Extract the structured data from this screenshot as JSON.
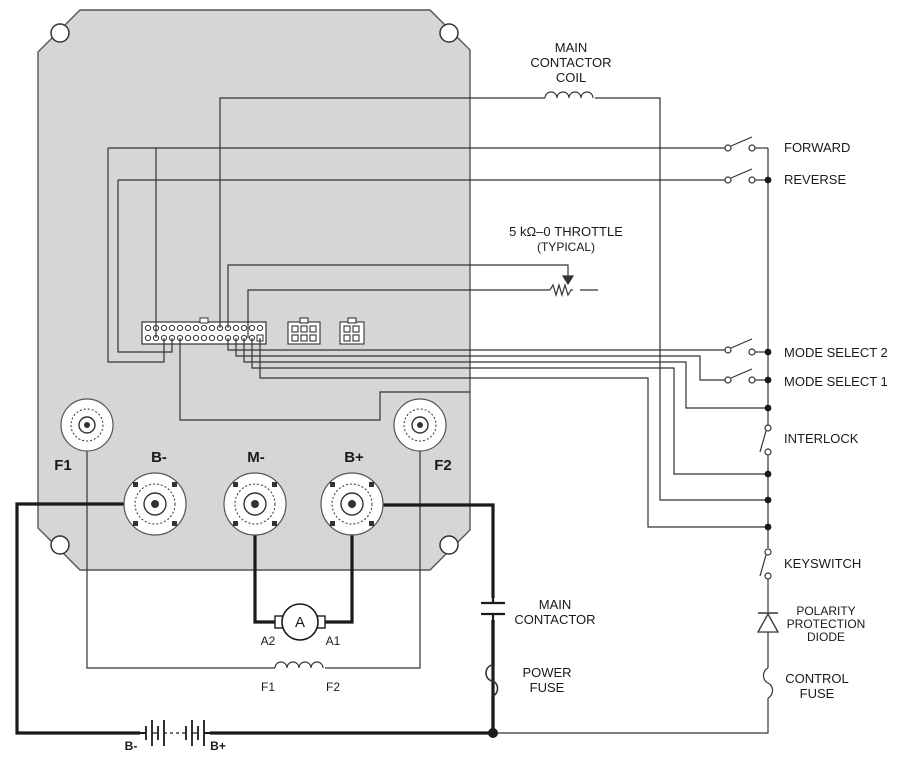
{
  "labels": {
    "main_contactor_coil": [
      "MAIN",
      "CONTACTOR",
      "COIL"
    ],
    "throttle": "5 kΩ–0 THROTTLE",
    "throttle_note": "(TYPICAL)",
    "forward": "FORWARD",
    "reverse": "REVERSE",
    "mode_select_2": "MODE SELECT 2",
    "mode_select_1": "MODE SELECT 1",
    "interlock": "INTERLOCK",
    "keyswitch": "KEYSWITCH",
    "polarity_diode": [
      "POLARITY",
      "PROTECTION",
      "DIODE"
    ],
    "control_fuse": [
      "CONTROL",
      "FUSE"
    ],
    "main_contactor": [
      "MAIN",
      "CONTACTOR"
    ],
    "power_fuse": [
      "POWER",
      "FUSE"
    ]
  },
  "terminals": {
    "f1": "F1",
    "f2": "F2",
    "b_minus": "B-",
    "m_minus": "M-",
    "b_plus": "B+"
  },
  "armature": {
    "symbol": "A",
    "a1": "A1",
    "a2": "A2"
  },
  "field": {
    "f1": "F1",
    "f2": "F2"
  },
  "battery": {
    "minus": "B-",
    "plus": "B+"
  },
  "colors": {
    "controller_body": "#d6d6d6",
    "wire": "#333333",
    "power_wire": "#1a1a1a"
  }
}
